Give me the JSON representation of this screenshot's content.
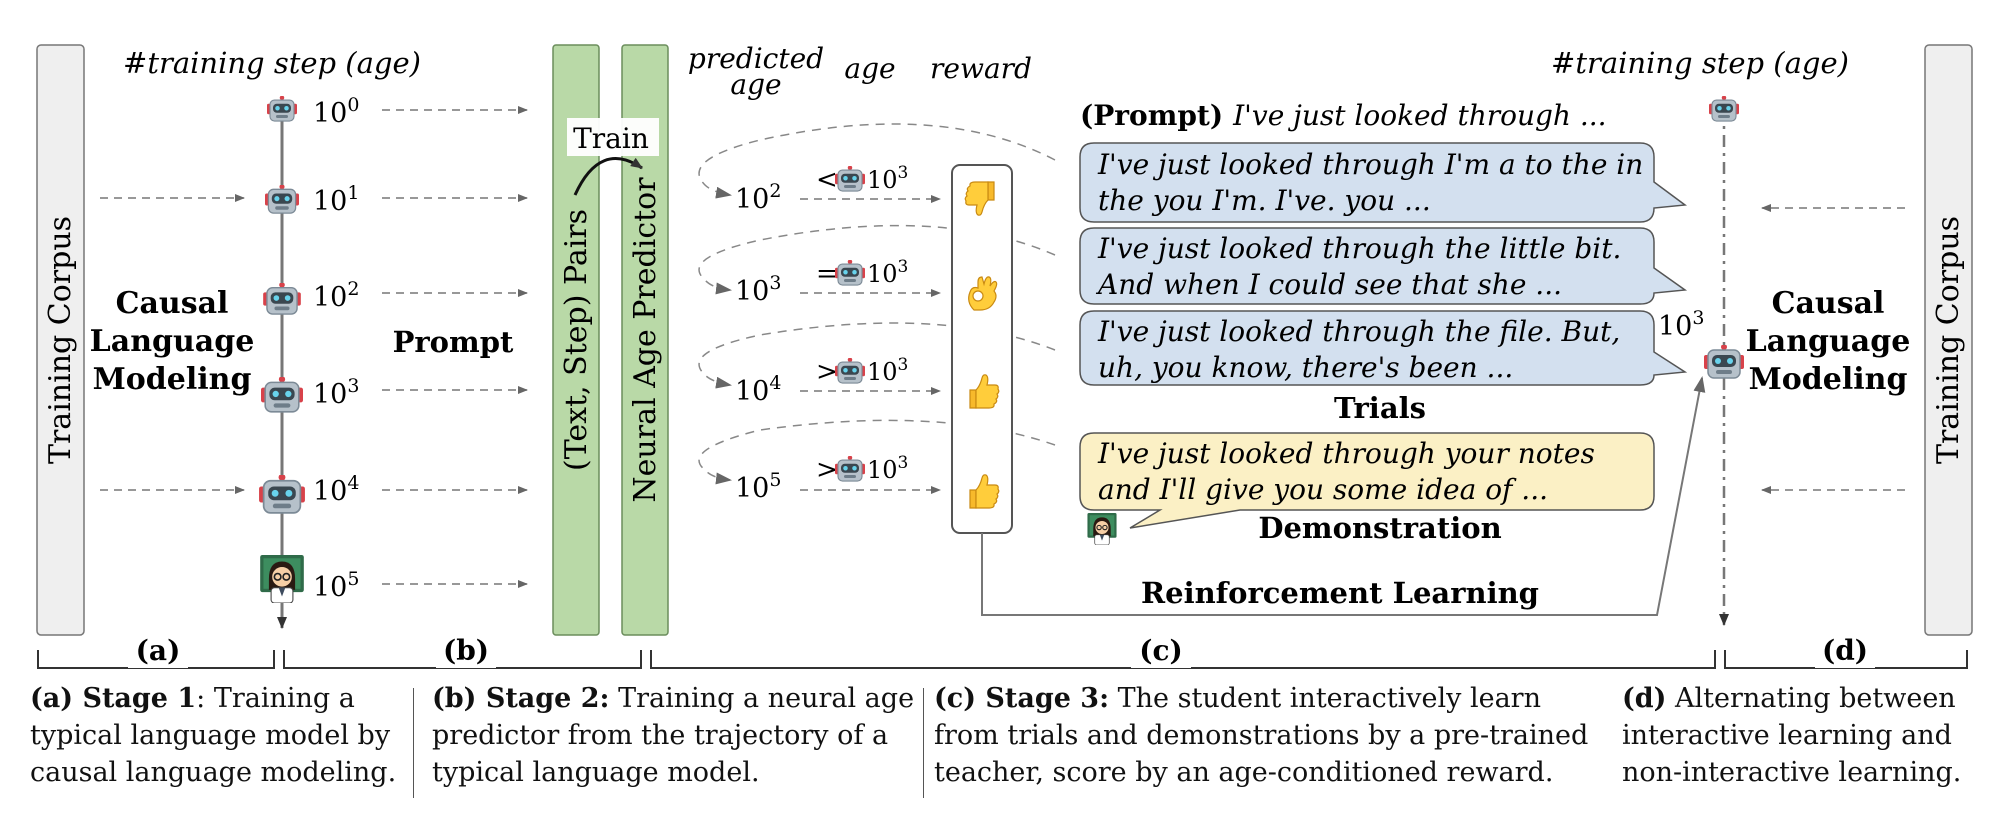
{
  "stage_a": {
    "corpus": "Training Corpus",
    "axis_title": "#training step (age)",
    "method": [
      "Causal",
      "Language",
      "Modeling"
    ],
    "checkpoints": [
      {
        "base": "10",
        "exp": "0"
      },
      {
        "base": "10",
        "exp": "1"
      },
      {
        "base": "10",
        "exp": "2"
      },
      {
        "base": "10",
        "exp": "3"
      },
      {
        "base": "10",
        "exp": "4"
      },
      {
        "base": "10",
        "exp": "5"
      }
    ],
    "brace_label": "(a)"
  },
  "stage_b": {
    "prompt_label": "Prompt",
    "pairs_label": "(Text, Step) Pairs",
    "predictor_label": "Neural Age Predictor",
    "train_label": "Train",
    "brace_label": "(b)"
  },
  "stage_c": {
    "headers": {
      "predicted_age": [
        "predicted",
        "age"
      ],
      "age": "age",
      "reward": "reward"
    },
    "rows": [
      {
        "pred_base": "10",
        "pred_exp": "2",
        "cmp": "<",
        "age_base": "10",
        "age_exp": "3",
        "reward": "thumbs-down"
      },
      {
        "pred_base": "10",
        "pred_exp": "3",
        "cmp": "=",
        "age_base": "10",
        "age_exp": "3",
        "reward": "ok-hand"
      },
      {
        "pred_base": "10",
        "pred_exp": "4",
        "cmp": ">",
        "age_base": "10",
        "age_exp": "3",
        "reward": "thumbs-up"
      },
      {
        "pred_base": "10",
        "pred_exp": "5",
        "cmp": ">",
        "age_base": "10",
        "age_exp": "3",
        "reward": "thumbs-up"
      }
    ],
    "prompt_tag": "(Prompt)",
    "prompt_text": "I've just looked through ...",
    "trials": [
      [
        "I've just looked through I'm a to the in",
        "the you I'm. I've. you ..."
      ],
      [
        "I've just looked through the little bit.",
        "And when I could see that she ..."
      ],
      [
        "I've just looked through the file. But,",
        "uh, you know, there's been ..."
      ]
    ],
    "trials_label": "Trials",
    "demo": [
      "I've just looked through your notes",
      "and I'll give you some idea of ..."
    ],
    "demo_label": "Demonstration",
    "rl_label": "Reinforcement Learning",
    "brace_label": "(c)"
  },
  "stage_d": {
    "axis_title": "#training step (age)",
    "student_age_base": "10",
    "student_age_exp": "3",
    "method": [
      "Causal",
      "Language",
      "Modeling"
    ],
    "corpus": "Training Corpus",
    "brace_label": "(d)"
  },
  "captions": {
    "a": {
      "bold": "(a) Stage 1",
      "rest": ": Training a",
      "lines": [
        "typical language model by",
        "causal language modeling."
      ]
    },
    "b": {
      "bold": "(b) Stage 2:",
      "rest": " Training a neural age",
      "lines": [
        "predictor from the trajectory of a",
        "typical language model."
      ]
    },
    "c": {
      "bold": "(c) Stage 3:",
      "rest": " The student interactively learn",
      "lines": [
        "from trials and demonstrations by a pre-trained",
        "teacher, score by an age-conditioned reward."
      ]
    },
    "d": {
      "bold": "(d)",
      "rest": " Alternating between",
      "lines": [
        "interactive learning and",
        "non-interactive learning."
      ]
    }
  },
  "colors": {
    "corpus_fill": "#efefef",
    "predictor_fill": "#b9d9a7",
    "trial_bubble": "#d3e0ef",
    "demo_bubble": "#fbf0c5",
    "robot_red": "#d8424a",
    "robot_gray": "#9aa7b3",
    "emoji_yellow": "#f7b92b"
  }
}
